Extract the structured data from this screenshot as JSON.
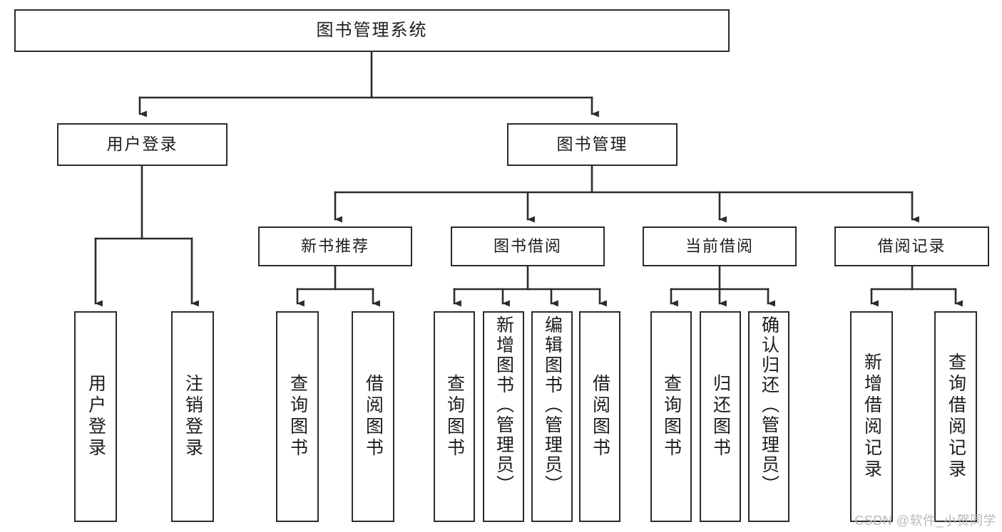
{
  "diagram": {
    "type": "tree-hierarchy",
    "title": "图书管理系统 功能结构图",
    "colors": {
      "stroke": "#2b2b2b",
      "fill": "#ffffff",
      "text": "#1c1c1c",
      "watermark": "#b9b9b9",
      "background": "#ffffff"
    },
    "root": {
      "label": "图书管理系统"
    },
    "level2": [
      {
        "label": "用户登录"
      },
      {
        "label": "图书管理"
      }
    ],
    "level3": [
      {
        "label": "新书推荐"
      },
      {
        "label": "图书借阅"
      },
      {
        "label": "当前借阅"
      },
      {
        "label": "借阅记录"
      }
    ],
    "leaves": {
      "user_login": [
        {
          "label": "用户登录"
        },
        {
          "label": "注销登录"
        }
      ],
      "new_book_recommend": [
        {
          "label": "查询图书"
        },
        {
          "label": "借阅图书"
        }
      ],
      "book_borrow": [
        {
          "label": "查询图书"
        },
        {
          "label": "新增图书（管理员）"
        },
        {
          "label": "编辑图书（管理员）"
        },
        {
          "label": "借阅图书"
        }
      ],
      "current_borrow": [
        {
          "label": "查询图书"
        },
        {
          "label": "归还图书"
        },
        {
          "label": "确认归还（管理员）"
        }
      ],
      "borrow_record": [
        {
          "label": "新增借阅记录"
        },
        {
          "label": "查询借阅记录"
        }
      ]
    }
  },
  "watermark": {
    "text": "CSDN @软件_小贺同学"
  }
}
